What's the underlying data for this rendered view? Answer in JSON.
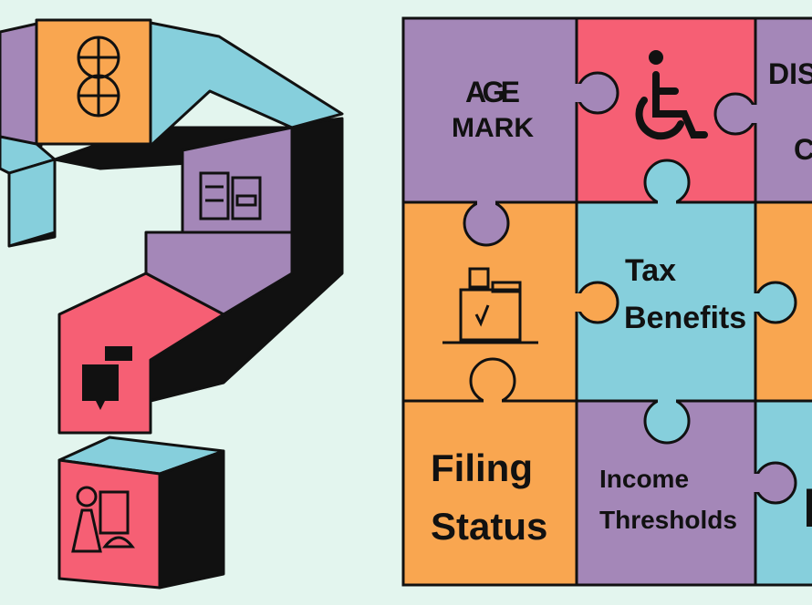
{
  "colors": {
    "background": "#e3f5ee",
    "purple": "#a487b8",
    "red": "#f65f74",
    "orange": "#f9a650",
    "blue": "#86cfdc",
    "outline": "#111111"
  },
  "puzzle": {
    "pieces": [
      {
        "label_lines": [
          "AGE",
          "MARK"
        ],
        "color": "purple"
      },
      {
        "icon": "wheelchair-icon",
        "color": "red"
      },
      {
        "label_lines": [
          "DIS",
          "C"
        ],
        "color": "purple"
      },
      {
        "icon": "cash-register-icon",
        "color": "orange"
      },
      {
        "label_lines": [
          "Tax",
          "Benefits"
        ],
        "color": "blue"
      },
      {
        "color": "orange"
      },
      {
        "label_lines": [
          "Filing",
          "Status"
        ],
        "color": "orange"
      },
      {
        "label_lines": [
          "Income",
          "Thresholds"
        ],
        "color": "purple"
      },
      {
        "label_lines": [
          "I"
        ],
        "color": "blue"
      }
    ]
  },
  "question_mark": {
    "icons": [
      "wheel-icon",
      "document-icon",
      "chat-bubble-icon",
      "person-reading-icon"
    ]
  }
}
